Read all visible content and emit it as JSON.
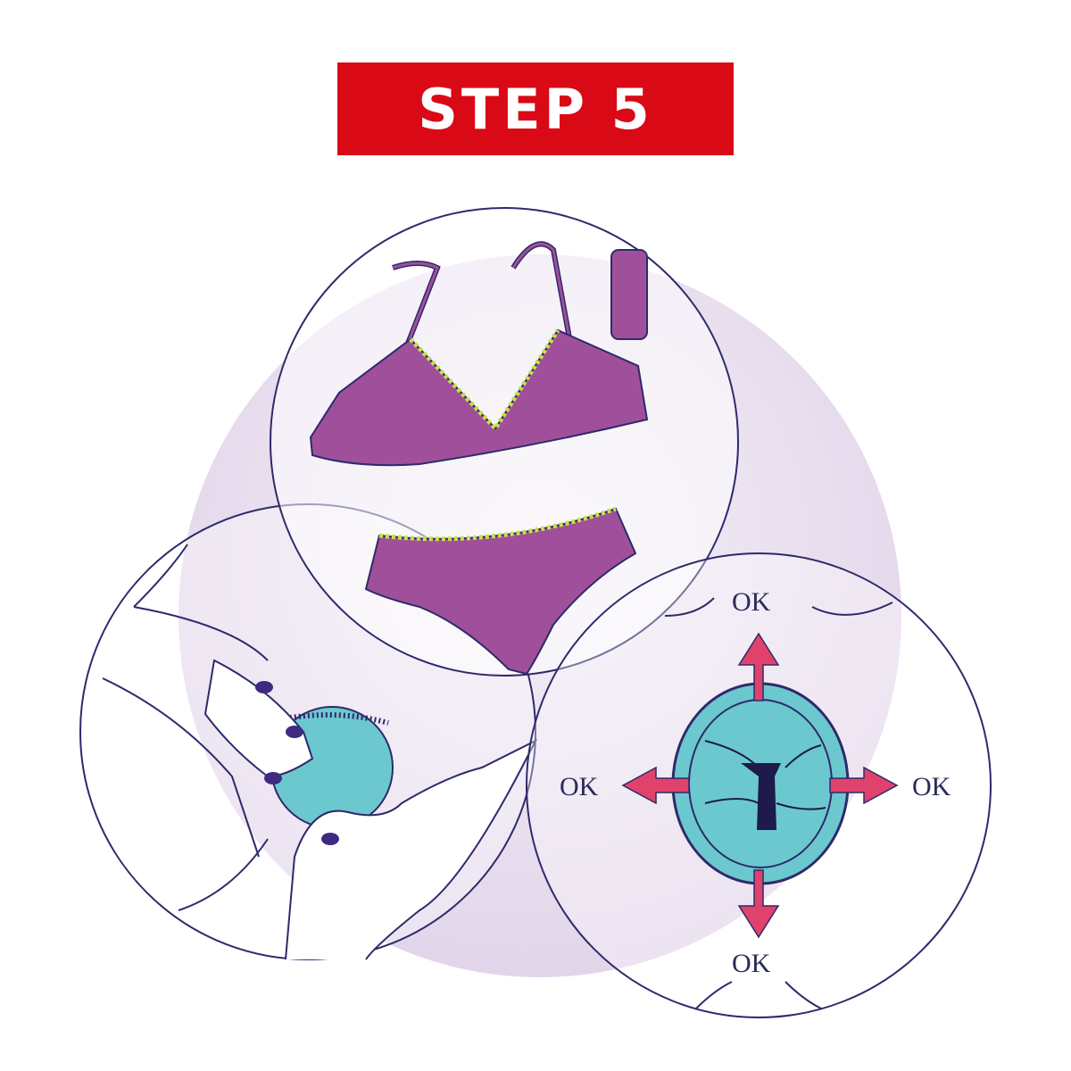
{
  "header": {
    "title": "STEP 5"
  },
  "labels": {
    "top": "OK",
    "left": "OK",
    "right": "OK",
    "bottom": "OK"
  },
  "colors": {
    "banner": "#d90a16",
    "outline": "#2e2a6b",
    "lingerie": "#a0509a",
    "trim": "#c8e04a",
    "disc": "#6cc8cf",
    "arrow": "#e0426c",
    "background_circle": "#ece3f0"
  }
}
